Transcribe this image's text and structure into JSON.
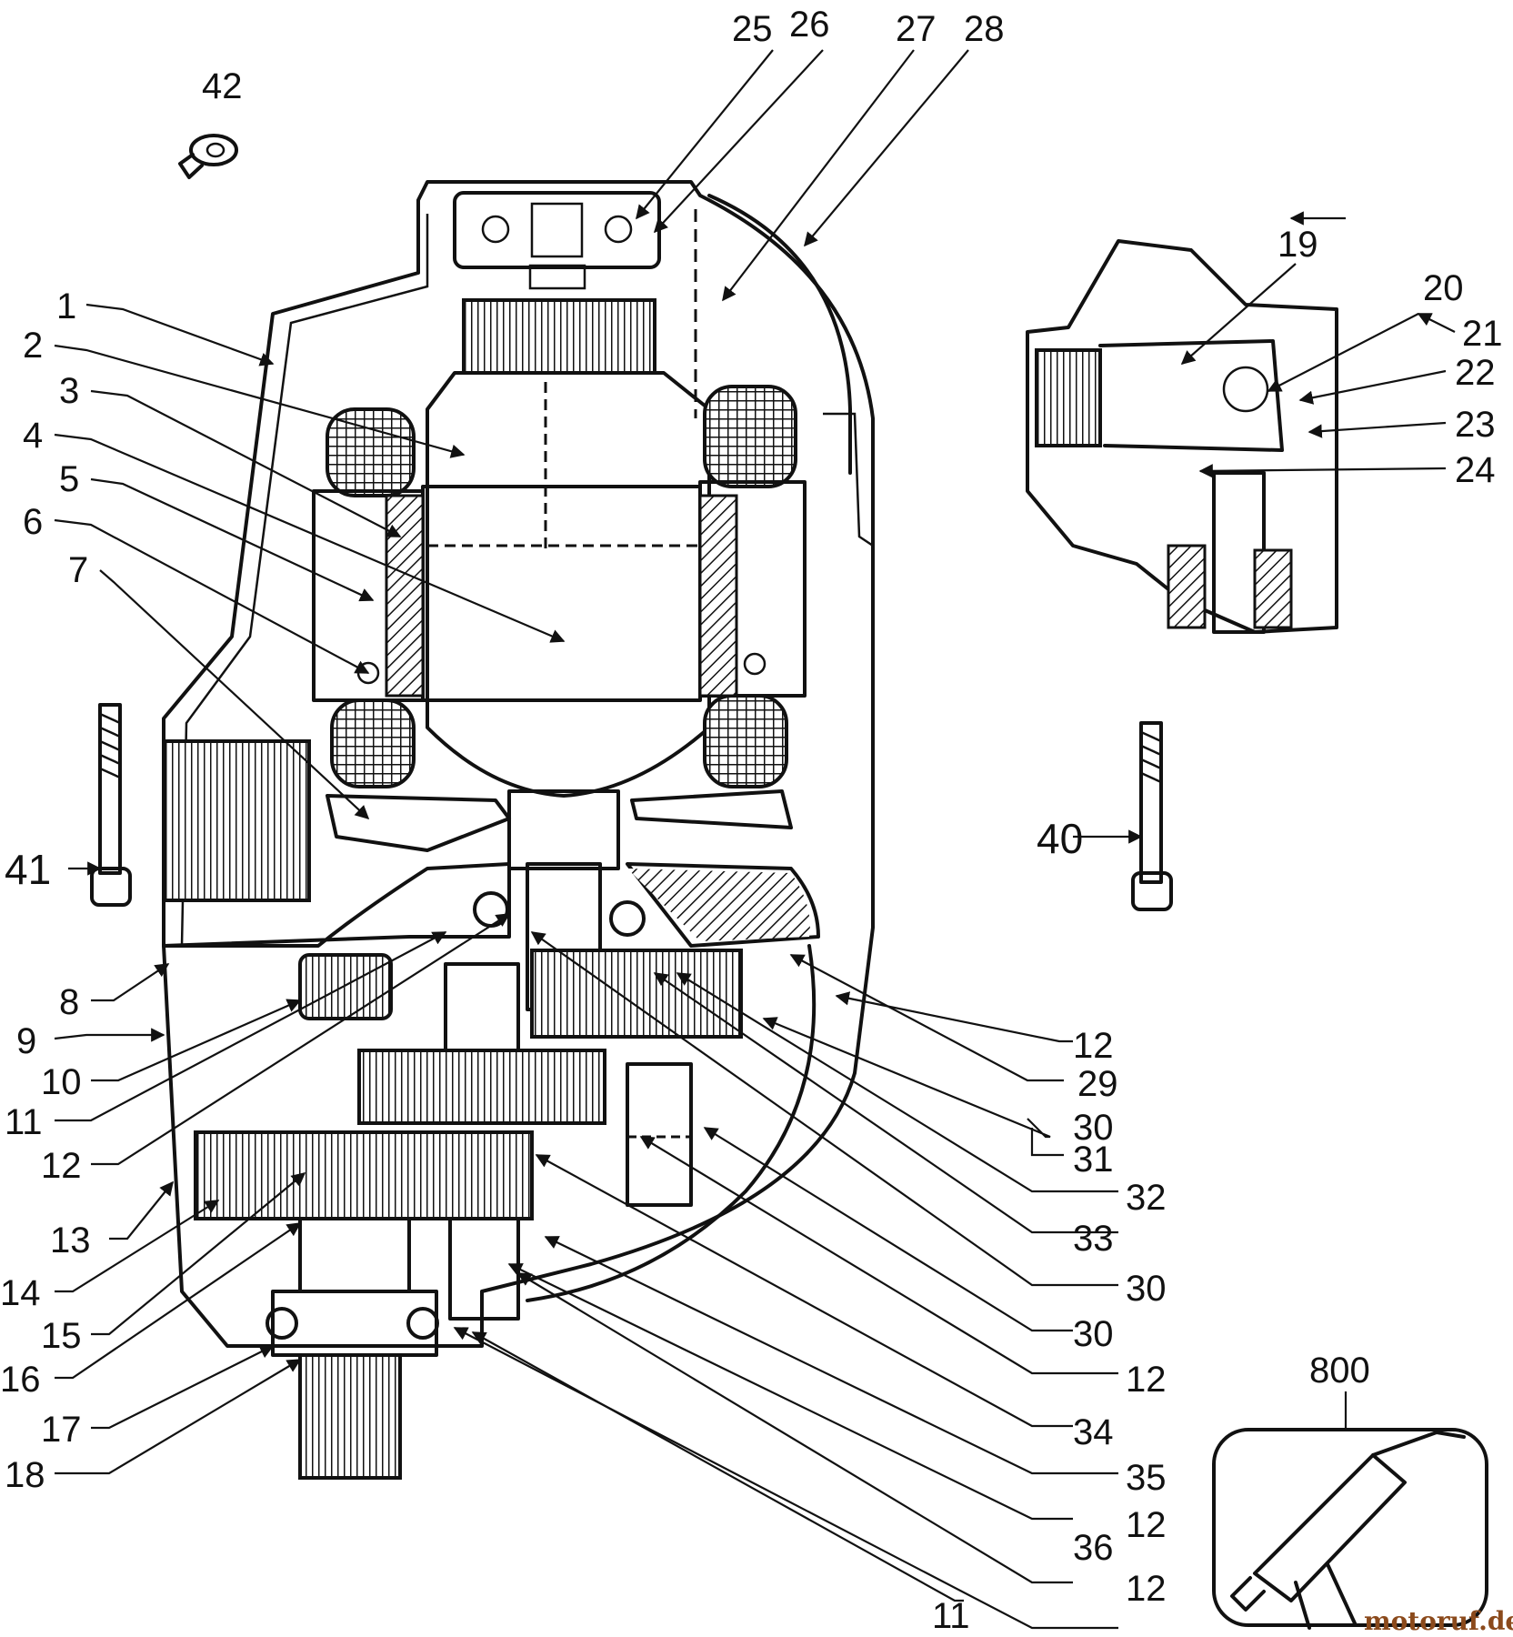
{
  "diagram": {
    "labels": [
      "1",
      "2",
      "3",
      "4",
      "5",
      "6",
      "7",
      "8",
      "9",
      "10",
      "11",
      "12",
      "13",
      "14",
      "15",
      "16",
      "17",
      "18",
      "19",
      "20",
      "21",
      "22",
      "23",
      "24",
      "25",
      "26",
      "27",
      "28",
      "29",
      "30",
      "31",
      "32",
      "33",
      "34",
      "35",
      "36",
      "40",
      "41",
      "42",
      "800"
    ],
    "repeated_labels": {
      "l12b": "12",
      "l12c": "12",
      "l12d": "12",
      "l12e": "12",
      "l30b": "30",
      "l30c": "30",
      "l11b": "11"
    },
    "watermark": "motoruf.de",
    "colors": {
      "ink": "#111111",
      "paper": "#ffffff",
      "watermark_brown": "#8b4a1c",
      "watermark_green": "#3f7d2a"
    }
  }
}
